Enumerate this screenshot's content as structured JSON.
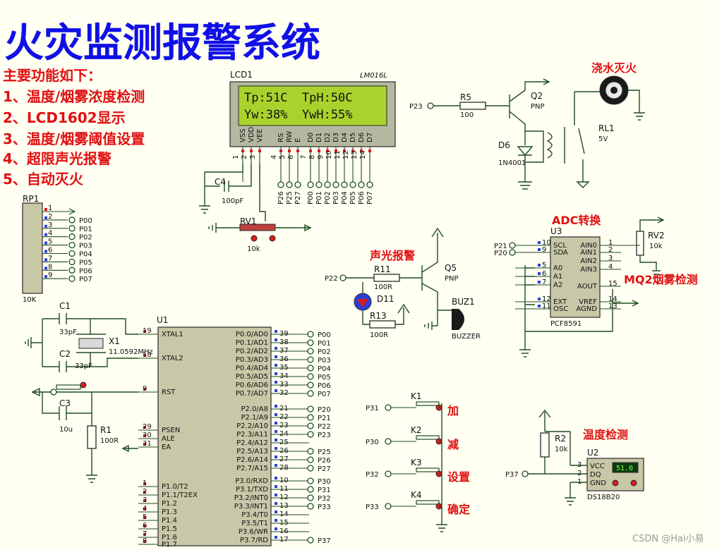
{
  "title": "火灾监测报警系统",
  "features": {
    "heading": "主要功能如下：",
    "items": [
      "1、温度/烟雾浓度检测",
      "2、LCD1602显示",
      "3、温度/烟雾阈值设置",
      "4、超限声光报警",
      "5、自动灭火"
    ]
  },
  "lcd": {
    "ref": "LCD1",
    "model": "LM016L",
    "line1": "Tp:51C  TpH:50C",
    "line2": "Yw:38%  YwH:55%",
    "pins": [
      "VSS",
      "VDD",
      "VEE",
      "RS",
      "RW",
      "E",
      "D0",
      "D1",
      "D2",
      "D3",
      "D4",
      "D5",
      "D6",
      "D7"
    ],
    "pin_nums": [
      "1",
      "2",
      "3",
      "4",
      "5",
      "6",
      "7",
      "8",
      "9",
      "10",
      "11",
      "12",
      "13",
      "14"
    ],
    "bus_labels": [
      "P26",
      "P25",
      "P27",
      "P00",
      "P01",
      "P02",
      "P03",
      "P04",
      "P05",
      "P06",
      "P07"
    ]
  },
  "c4": {
    "ref": "C4",
    "value": "100pF"
  },
  "rv1": {
    "ref": "RV1",
    "value": "10k"
  },
  "rp1": {
    "ref": "RP1",
    "value": "10K",
    "pins": [
      "1",
      "2",
      "3",
      "4",
      "5",
      "6",
      "7",
      "8",
      "9"
    ],
    "nets": [
      "P00",
      "P01",
      "P02",
      "P03",
      "P04",
      "P05",
      "P06",
      "P07"
    ]
  },
  "osc": {
    "c1": "C1",
    "c1v": "33pF",
    "c2": "C2",
    "c2v": "33pF",
    "x1": "X1",
    "x1v": "11.0592MHz",
    "c3": "C3",
    "c3v": "10u",
    "r1": "R1",
    "r1v": "100R"
  },
  "mcu": {
    "ref": "U1",
    "left_pins": [
      {
        "num": "19",
        "name": "XTAL1"
      },
      {
        "num": "18",
        "name": "XTAL2"
      },
      {
        "num": "9",
        "name": "RST"
      },
      {
        "num": "29",
        "name": "PSEN"
      },
      {
        "num": "30",
        "name": "ALE"
      },
      {
        "num": "31",
        "name": "EA"
      },
      {
        "num": "1",
        "name": "P1.0/T2"
      },
      {
        "num": "2",
        "name": "P1.1/T2EX"
      },
      {
        "num": "3",
        "name": "P1.2"
      },
      {
        "num": "4",
        "name": "P1.3"
      },
      {
        "num": "5",
        "name": "P1.4"
      },
      {
        "num": "6",
        "name": "P1.5"
      },
      {
        "num": "7",
        "name": "P1.6"
      },
      {
        "num": "8",
        "name": "P1.7"
      }
    ],
    "right_pins": [
      {
        "num": "39",
        "name": "P0.0/AD0",
        "net": "P00"
      },
      {
        "num": "38",
        "name": "P0.1/AD1",
        "net": "P01"
      },
      {
        "num": "37",
        "name": "P0.2/AD2",
        "net": "P02"
      },
      {
        "num": "36",
        "name": "P0.3/AD3",
        "net": "P03"
      },
      {
        "num": "35",
        "name": "P0.4/AD4",
        "net": "P04"
      },
      {
        "num": "34",
        "name": "P0.5/AD5",
        "net": "P05"
      },
      {
        "num": "33",
        "name": "P0.6/AD6",
        "net": "P06"
      },
      {
        "num": "32",
        "name": "P0.7/AD7",
        "net": "P07"
      },
      {
        "num": "21",
        "name": "P2.0/A8",
        "net": "P20"
      },
      {
        "num": "22",
        "name": "P2.1/A9",
        "net": "P21"
      },
      {
        "num": "23",
        "name": "P2.2/A10",
        "net": "P22"
      },
      {
        "num": "24",
        "name": "P2.3/A11",
        "net": "P23"
      },
      {
        "num": "25",
        "name": "P2.4/A12",
        "net": ""
      },
      {
        "num": "26",
        "name": "P2.5/A13",
        "net": "P25"
      },
      {
        "num": "27",
        "name": "P2.6/A14",
        "net": "P26"
      },
      {
        "num": "28",
        "name": "P2.7/A15",
        "net": "P27"
      },
      {
        "num": "10",
        "name": "P3.0/RXD",
        "net": "P30"
      },
      {
        "num": "11",
        "name": "P3.1/TXD",
        "net": "P31"
      },
      {
        "num": "12",
        "name": "P3.2/INT0",
        "net": "P32"
      },
      {
        "num": "13",
        "name": "P3.3/INT1",
        "net": "P33"
      },
      {
        "num": "14",
        "name": "P3.4/T0",
        "net": ""
      },
      {
        "num": "15",
        "name": "P3.5/T1",
        "net": ""
      },
      {
        "num": "16",
        "name": "P3.6/WR",
        "net": ""
      },
      {
        "num": "17",
        "name": "P3.7/RD",
        "net": "P37"
      }
    ]
  },
  "relay_section": {
    "p23": "P23",
    "r5": "R5",
    "r5v": "100",
    "q2": "Q2",
    "q2t": "PNP",
    "d6": "D6",
    "d6v": "1N4001",
    "rl1": "RL1",
    "rl1v": "5V",
    "title": "浇水灭火"
  },
  "alarm_section": {
    "title": "声光报警",
    "p22": "P22",
    "r11": "R11",
    "r11v": "100R",
    "d11": "D11",
    "r13": "R13",
    "r13v": "100R",
    "q5": "Q5",
    "q5t": "PNP",
    "buz": "BUZ1",
    "buzt": "BUZZER"
  },
  "adc_section": {
    "title": "ADC转换",
    "ref": "U3",
    "model": "PCF8591",
    "p21": "P21",
    "p20": "P20",
    "left_pins": [
      {
        "num": "10",
        "name": "SCL"
      },
      {
        "num": "9",
        "name": "SDA"
      },
      {
        "num": "5",
        "name": "A0"
      },
      {
        "num": "6",
        "name": "A1"
      },
      {
        "num": "7",
        "name": "A2"
      },
      {
        "num": "12",
        "name": "EXT"
      },
      {
        "num": "11",
        "name": "OSC"
      }
    ],
    "right_pins": [
      {
        "num": "1",
        "name": "AIN0"
      },
      {
        "num": "2",
        "name": "AIN1"
      },
      {
        "num": "3",
        "name": "AIN2"
      },
      {
        "num": "4",
        "name": "AIN3"
      },
      {
        "num": "15",
        "name": "AOUT"
      },
      {
        "num": "14",
        "name": "VREF"
      },
      {
        "num": "13",
        "name": "AGND"
      }
    ],
    "rv2": "RV2",
    "rv2v": "10k",
    "sensor": "MQ2烟雾检测"
  },
  "keys": [
    {
      "ref": "K1",
      "net": "P31",
      "label": "加"
    },
    {
      "ref": "K2",
      "net": "P30",
      "label": "减"
    },
    {
      "ref": "K3",
      "net": "P32",
      "label": "设置"
    },
    {
      "ref": "K4",
      "net": "P33",
      "label": "确定"
    }
  ],
  "temp_section": {
    "title": "温度检测",
    "r2": "R2",
    "r2v": "10k",
    "ref": "U2",
    "model": "DS18B20",
    "p37": "P37",
    "reading": "51.0",
    "pins": [
      {
        "num": "3",
        "name": "VCC"
      },
      {
        "num": "2",
        "name": "DQ"
      },
      {
        "num": "1",
        "name": "GND"
      }
    ]
  },
  "watermark": "CSDN @Hai小易"
}
